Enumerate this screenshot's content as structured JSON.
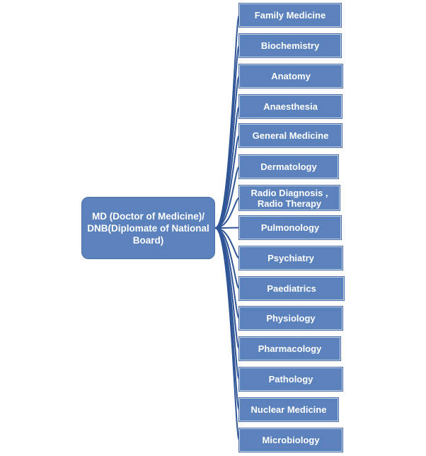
{
  "diagram": {
    "root": {
      "label": "MD (Doctor of Medicine)/\nDNB(Diplomate of National\nBoard)"
    },
    "branches": [
      {
        "label": "Family Medicine"
      },
      {
        "label": "Biochemistry"
      },
      {
        "label": "Anatomy"
      },
      {
        "label": "Anaesthesia"
      },
      {
        "label": "General Medicine"
      },
      {
        "label": "Dermatology"
      },
      {
        "label": "Radio Diagnosis ,\nRadio Therapy"
      },
      {
        "label": "Pulmonology"
      },
      {
        "label": "Psychiatry"
      },
      {
        "label": "Paediatrics"
      },
      {
        "label": "Physiology"
      },
      {
        "label": "Pharmacology"
      },
      {
        "label": "Pathology"
      },
      {
        "label": "Nuclear Medicine"
      },
      {
        "label": "Microbiology"
      }
    ],
    "colors": {
      "node_fill": "#5b82bd",
      "connector": "#2f5597"
    }
  }
}
